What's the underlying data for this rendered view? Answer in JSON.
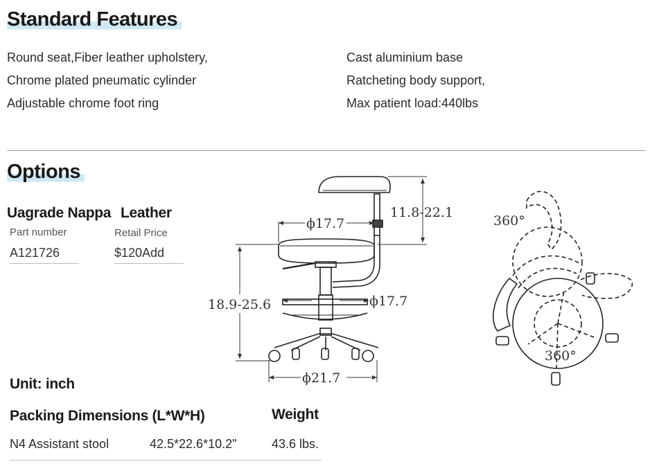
{
  "standard": {
    "title": "Standard Features",
    "left": [
      "Round seat,Fiber leather upholstery,",
      "Chrome plated pneumatic cylinder",
      "Adjustable chrome foot ring"
    ],
    "right": [
      "Cast aluminium base",
      "Ratcheting body support,",
      "Max patient load:440lbs"
    ]
  },
  "options": {
    "title": "Options",
    "upgrade": {
      "name_part1": "Uagrade Nappa",
      "name_part2": "Leather",
      "part_label": "Part number",
      "part_value": "A121726",
      "price_label": "Retail Price",
      "price_value": "$120Add"
    }
  },
  "drawing": {
    "dim_backrest": "11.8-22.1",
    "dim_seat_width": "ϕ17.7",
    "dim_height": "18.9-25.6",
    "dim_ring": "ϕ17.7",
    "dim_base": "ϕ21.7",
    "rot_top": "360°",
    "rot_bottom": "360°"
  },
  "unit": "Unit: inch",
  "packing": {
    "title": "Packing Dimensions (L*W*H)",
    "weight_title": "Weight",
    "item": "N4 Assistant stool",
    "dimensions": "42.5*22.6*10.2\"",
    "weight": "43.6 lbs."
  }
}
